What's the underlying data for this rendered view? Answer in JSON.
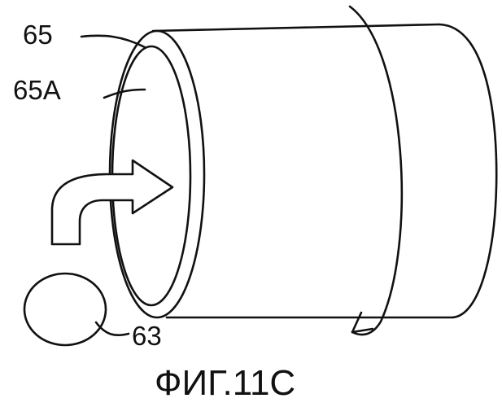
{
  "figure": {
    "labels": {
      "tube": "65",
      "inner_surface": "65A",
      "roller": "63"
    },
    "caption": "ФИГ.11С"
  },
  "colors": {
    "ink": "#111111",
    "paper": "#ffffff"
  }
}
